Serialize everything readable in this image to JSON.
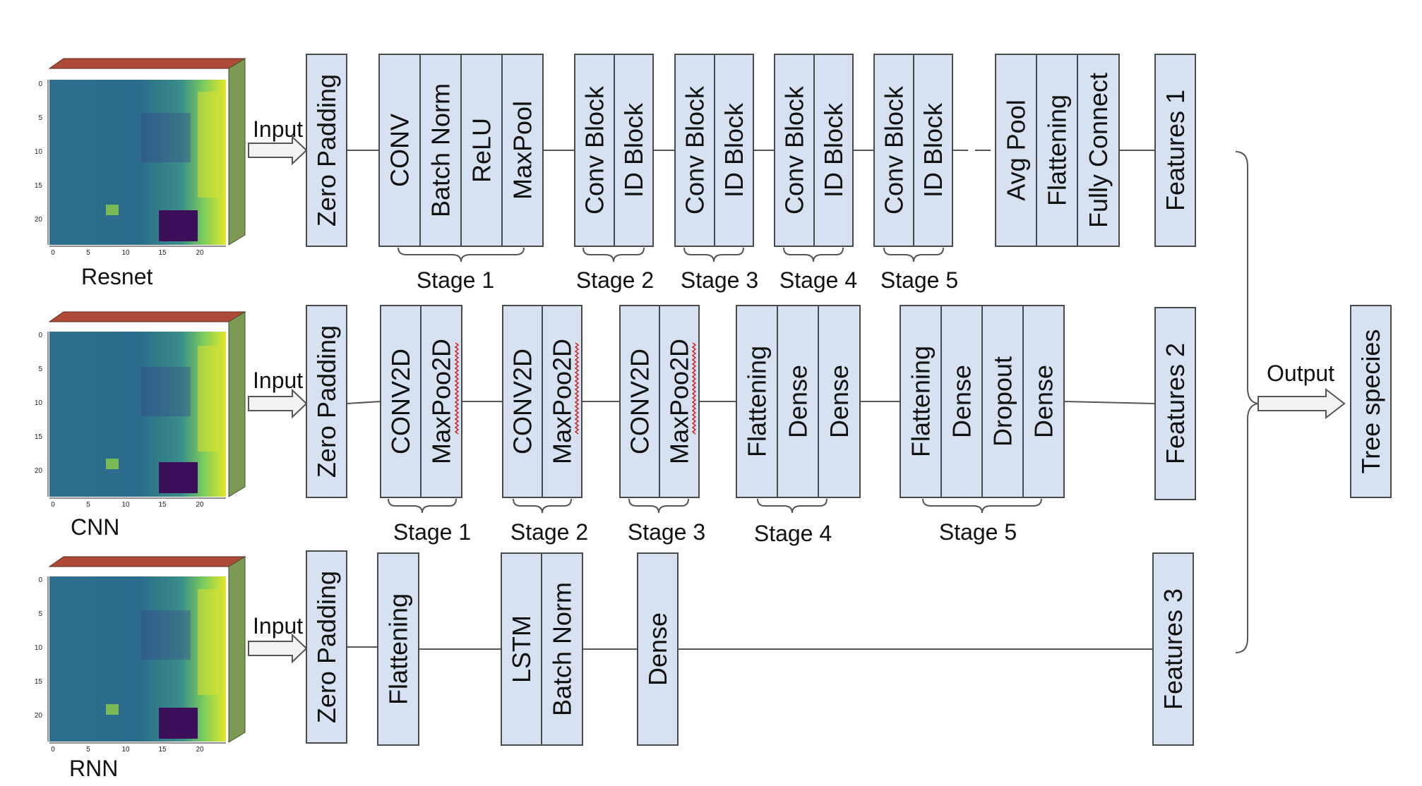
{
  "colors": {
    "block_fill": "#d6e2f1",
    "block_stroke": "#4a4a4a",
    "arrow_fill": "#f2f2f2",
    "cube_top": "#b04a38",
    "cube_side": "#7d9a55",
    "squiggle": "#d02020"
  },
  "inputs": [
    {
      "name": "Resnet",
      "arrow_label": "Input"
    },
    {
      "name": "CNN",
      "arrow_label": "Input"
    },
    {
      "name": "RNN",
      "arrow_label": "Input"
    }
  ],
  "heatmap_ticks": {
    "y": [
      "0",
      "5",
      "10",
      "15",
      "20"
    ],
    "x": [
      "0",
      "5",
      "10",
      "15",
      "20"
    ]
  },
  "rows": [
    {
      "blocks": [
        {
          "id": "r1-zp",
          "cells": [
            "Zero Padding"
          ]
        },
        {
          "id": "r1-s1",
          "cells": [
            "CONV",
            "Batch Norm",
            "ReLU",
            "MaxPool"
          ]
        },
        {
          "id": "r1-s2",
          "cells": [
            "Conv Block",
            "ID Block"
          ]
        },
        {
          "id": "r1-s3",
          "cells": [
            "Conv Block",
            "ID Block"
          ]
        },
        {
          "id": "r1-s4",
          "cells": [
            "Conv Block",
            "ID Block"
          ]
        },
        {
          "id": "r1-s5",
          "cells": [
            "Conv Block",
            "ID Block"
          ]
        },
        {
          "id": "r1-head",
          "cells": [
            "Avg Pool",
            "Flattening",
            "Fully Connect"
          ]
        },
        {
          "id": "r1-feat",
          "cells": [
            "Features 1"
          ]
        }
      ],
      "stages": [
        "Stage 1",
        "Stage 2",
        "Stage 3",
        "Stage 4",
        "Stage 5"
      ]
    },
    {
      "blocks": [
        {
          "id": "r2-zp",
          "cells": [
            "Zero Padding"
          ]
        },
        {
          "id": "r2-s1",
          "cells": [
            "CONV2D",
            "MaxPoo2D"
          ]
        },
        {
          "id": "r2-s2",
          "cells": [
            "CONV2D",
            "MaxPoo2D"
          ]
        },
        {
          "id": "r2-s3",
          "cells": [
            "CONV2D",
            "MaxPoo2D"
          ]
        },
        {
          "id": "r2-s4",
          "cells": [
            "Flattening",
            "Dense",
            "Dense"
          ]
        },
        {
          "id": "r2-s5",
          "cells": [
            "Flattening",
            "Dense",
            "Dropout",
            "Dense"
          ]
        },
        {
          "id": "r2-feat",
          "cells": [
            "Features 2"
          ]
        }
      ],
      "stages": [
        "Stage 1",
        "Stage 2",
        "Stage 3",
        "Stage 4",
        "Stage 5"
      ]
    },
    {
      "blocks": [
        {
          "id": "r3-zp",
          "cells": [
            "Zero Padding"
          ]
        },
        {
          "id": "r3-flat",
          "cells": [
            "Flattening"
          ]
        },
        {
          "id": "r3-lstm",
          "cells": [
            "LSTM",
            "Batch Norm"
          ]
        },
        {
          "id": "r3-dense",
          "cells": [
            "Dense"
          ]
        },
        {
          "id": "r3-feat",
          "cells": [
            "Features 3"
          ]
        }
      ],
      "stages": []
    }
  ],
  "output": {
    "arrow_label": "Output",
    "target": "Tree species"
  }
}
